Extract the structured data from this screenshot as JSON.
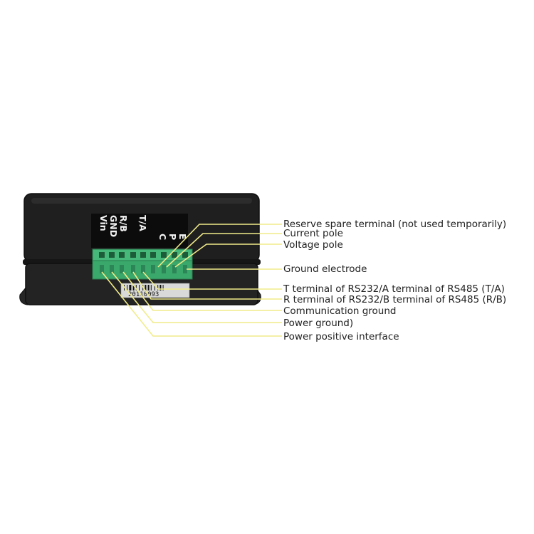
{
  "pin_labels": [
    "Vin",
    "GND",
    "R/B",
    "T/A",
    "C",
    "P",
    "E"
  ],
  "serial_number": "20110093",
  "callouts": [
    {
      "label": "Reserve spare terminal (not used temporarily)"
    },
    {
      "label": "Current pole"
    },
    {
      "label": "Voltage pole"
    },
    {
      "label": "Ground electrode"
    },
    {
      "label": "T terminal of RS232/A terminal of RS485 (T/A)"
    },
    {
      "label": "R terminal of RS232/B terminal of RS485 (R/B)"
    },
    {
      "label": "Communication ground"
    },
    {
      "label": "Power ground)"
    },
    {
      "label": "Power positive interface"
    }
  ],
  "colors": {
    "housing": "#1e1e1e",
    "housing_edge": "#111111",
    "terminal_block": "#3aa86a",
    "leader_line": "#f1ec8a",
    "label_panel": "#0c0c0c"
  }
}
